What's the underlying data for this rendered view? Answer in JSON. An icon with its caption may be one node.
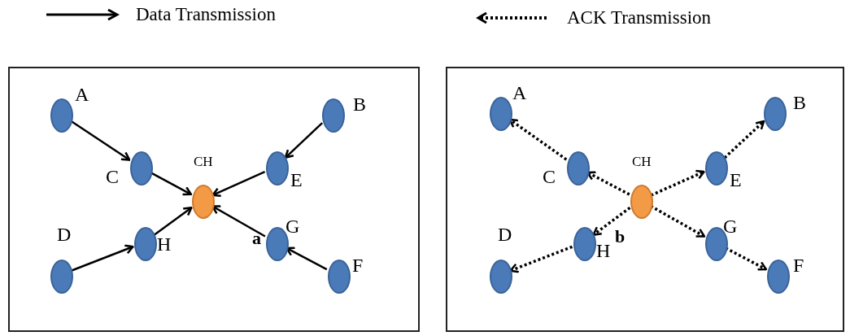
{
  "diagram": {
    "nodes": [
      {
        "text": [],
        "shape": "box"
      },
      {
        "text": [],
        "shape": "circle",
        "beside": [
          "A"
        ],
        "in": 0
      },
      {
        "text": [],
        "shape": "circle",
        "beside": [
          "B"
        ],
        "in": 0
      },
      {
        "text": [],
        "shape": "circle",
        "beside": [
          "C"
        ],
        "in": 0
      },
      {
        "text": [],
        "shape": "circle",
        "beside": [
          "CH"
        ],
        "in": 0
      },
      {
        "text": [],
        "shape": "circle",
        "beside": [
          "E"
        ],
        "in": 0
      },
      {
        "text": [],
        "shape": "circle",
        "beside": [
          "D"
        ],
        "in": 0
      },
      {
        "text": [],
        "shape": "circle",
        "beside": [
          "H"
        ],
        "in": 0
      },
      {
        "text": [],
        "shape": "circle",
        "beside": [
          "G"
        ],
        "in": 0
      },
      {
        "text": [],
        "shape": "circle",
        "beside": [
          "F"
        ],
        "in": 0
      },
      {
        "text": [],
        "shape": "box"
      },
      {
        "text": [],
        "shape": "circle",
        "beside": [
          "A"
        ],
        "in": 10
      },
      {
        "text": [],
        "shape": "circle",
        "beside": [
          "B"
        ],
        "in": 10
      },
      {
        "text": [],
        "shape": "circle",
        "beside": [
          "C"
        ],
        "in": 10
      },
      {
        "text": [],
        "shape": "circle",
        "beside": [
          "CH"
        ],
        "in": 10
      },
      {
        "text": [],
        "shape": "circle",
        "beside": [
          "E"
        ],
        "in": 10
      },
      {
        "text": [],
        "shape": "circle",
        "beside": [
          "D"
        ],
        "in": 10
      },
      {
        "text": [],
        "shape": "circle",
        "beside": [
          "H"
        ],
        "in": 10
      },
      {
        "text": [],
        "shape": "circle",
        "beside": [
          "G"
        ],
        "in": 10
      },
      {
        "text": [],
        "shape": "circle",
        "beside": [
          "F"
        ],
        "in": 10
      }
    ],
    "edges": [
      {
        "from": 1,
        "to": 3,
        "arrow": "to"
      },
      {
        "from": 3,
        "to": 4,
        "arrow": "to"
      },
      {
        "from": 2,
        "to": 5,
        "arrow": "to"
      },
      {
        "from": 5,
        "to": 4,
        "arrow": "to"
      },
      {
        "from": 6,
        "to": 7,
        "arrow": "to"
      },
      {
        "from": 7,
        "to": 4,
        "arrow": "to"
      },
      {
        "from": 9,
        "to": 8,
        "arrow": "to"
      },
      {
        "from": 8,
        "to": 4,
        "arrow": "to"
      },
      {
        "from": 13,
        "to": 11,
        "arrow": "to",
        "style": "dashed"
      },
      {
        "from": 14,
        "to": 13,
        "arrow": "to",
        "style": "dashed"
      },
      {
        "from": 15,
        "to": 12,
        "arrow": "to",
        "style": "dashed"
      },
      {
        "from": 14,
        "to": 15,
        "arrow": "to",
        "style": "dashed"
      },
      {
        "from": 17,
        "to": 16,
        "arrow": "to",
        "style": "dashed"
      },
      {
        "from": 14,
        "to": 17,
        "arrow": "to",
        "style": "dashed"
      },
      {
        "from": 18,
        "to": 19,
        "arrow": "to",
        "style": "dashed"
      },
      {
        "from": 14,
        "to": 18,
        "arrow": "to",
        "style": "dashed"
      }
    ],
    "labels": [
      "a",
      "b"
    ],
    "legend": [
      {
        "text": "Data Transmission"
      },
      {
        "text": "ACK Transmission"
      }
    ]
  }
}
